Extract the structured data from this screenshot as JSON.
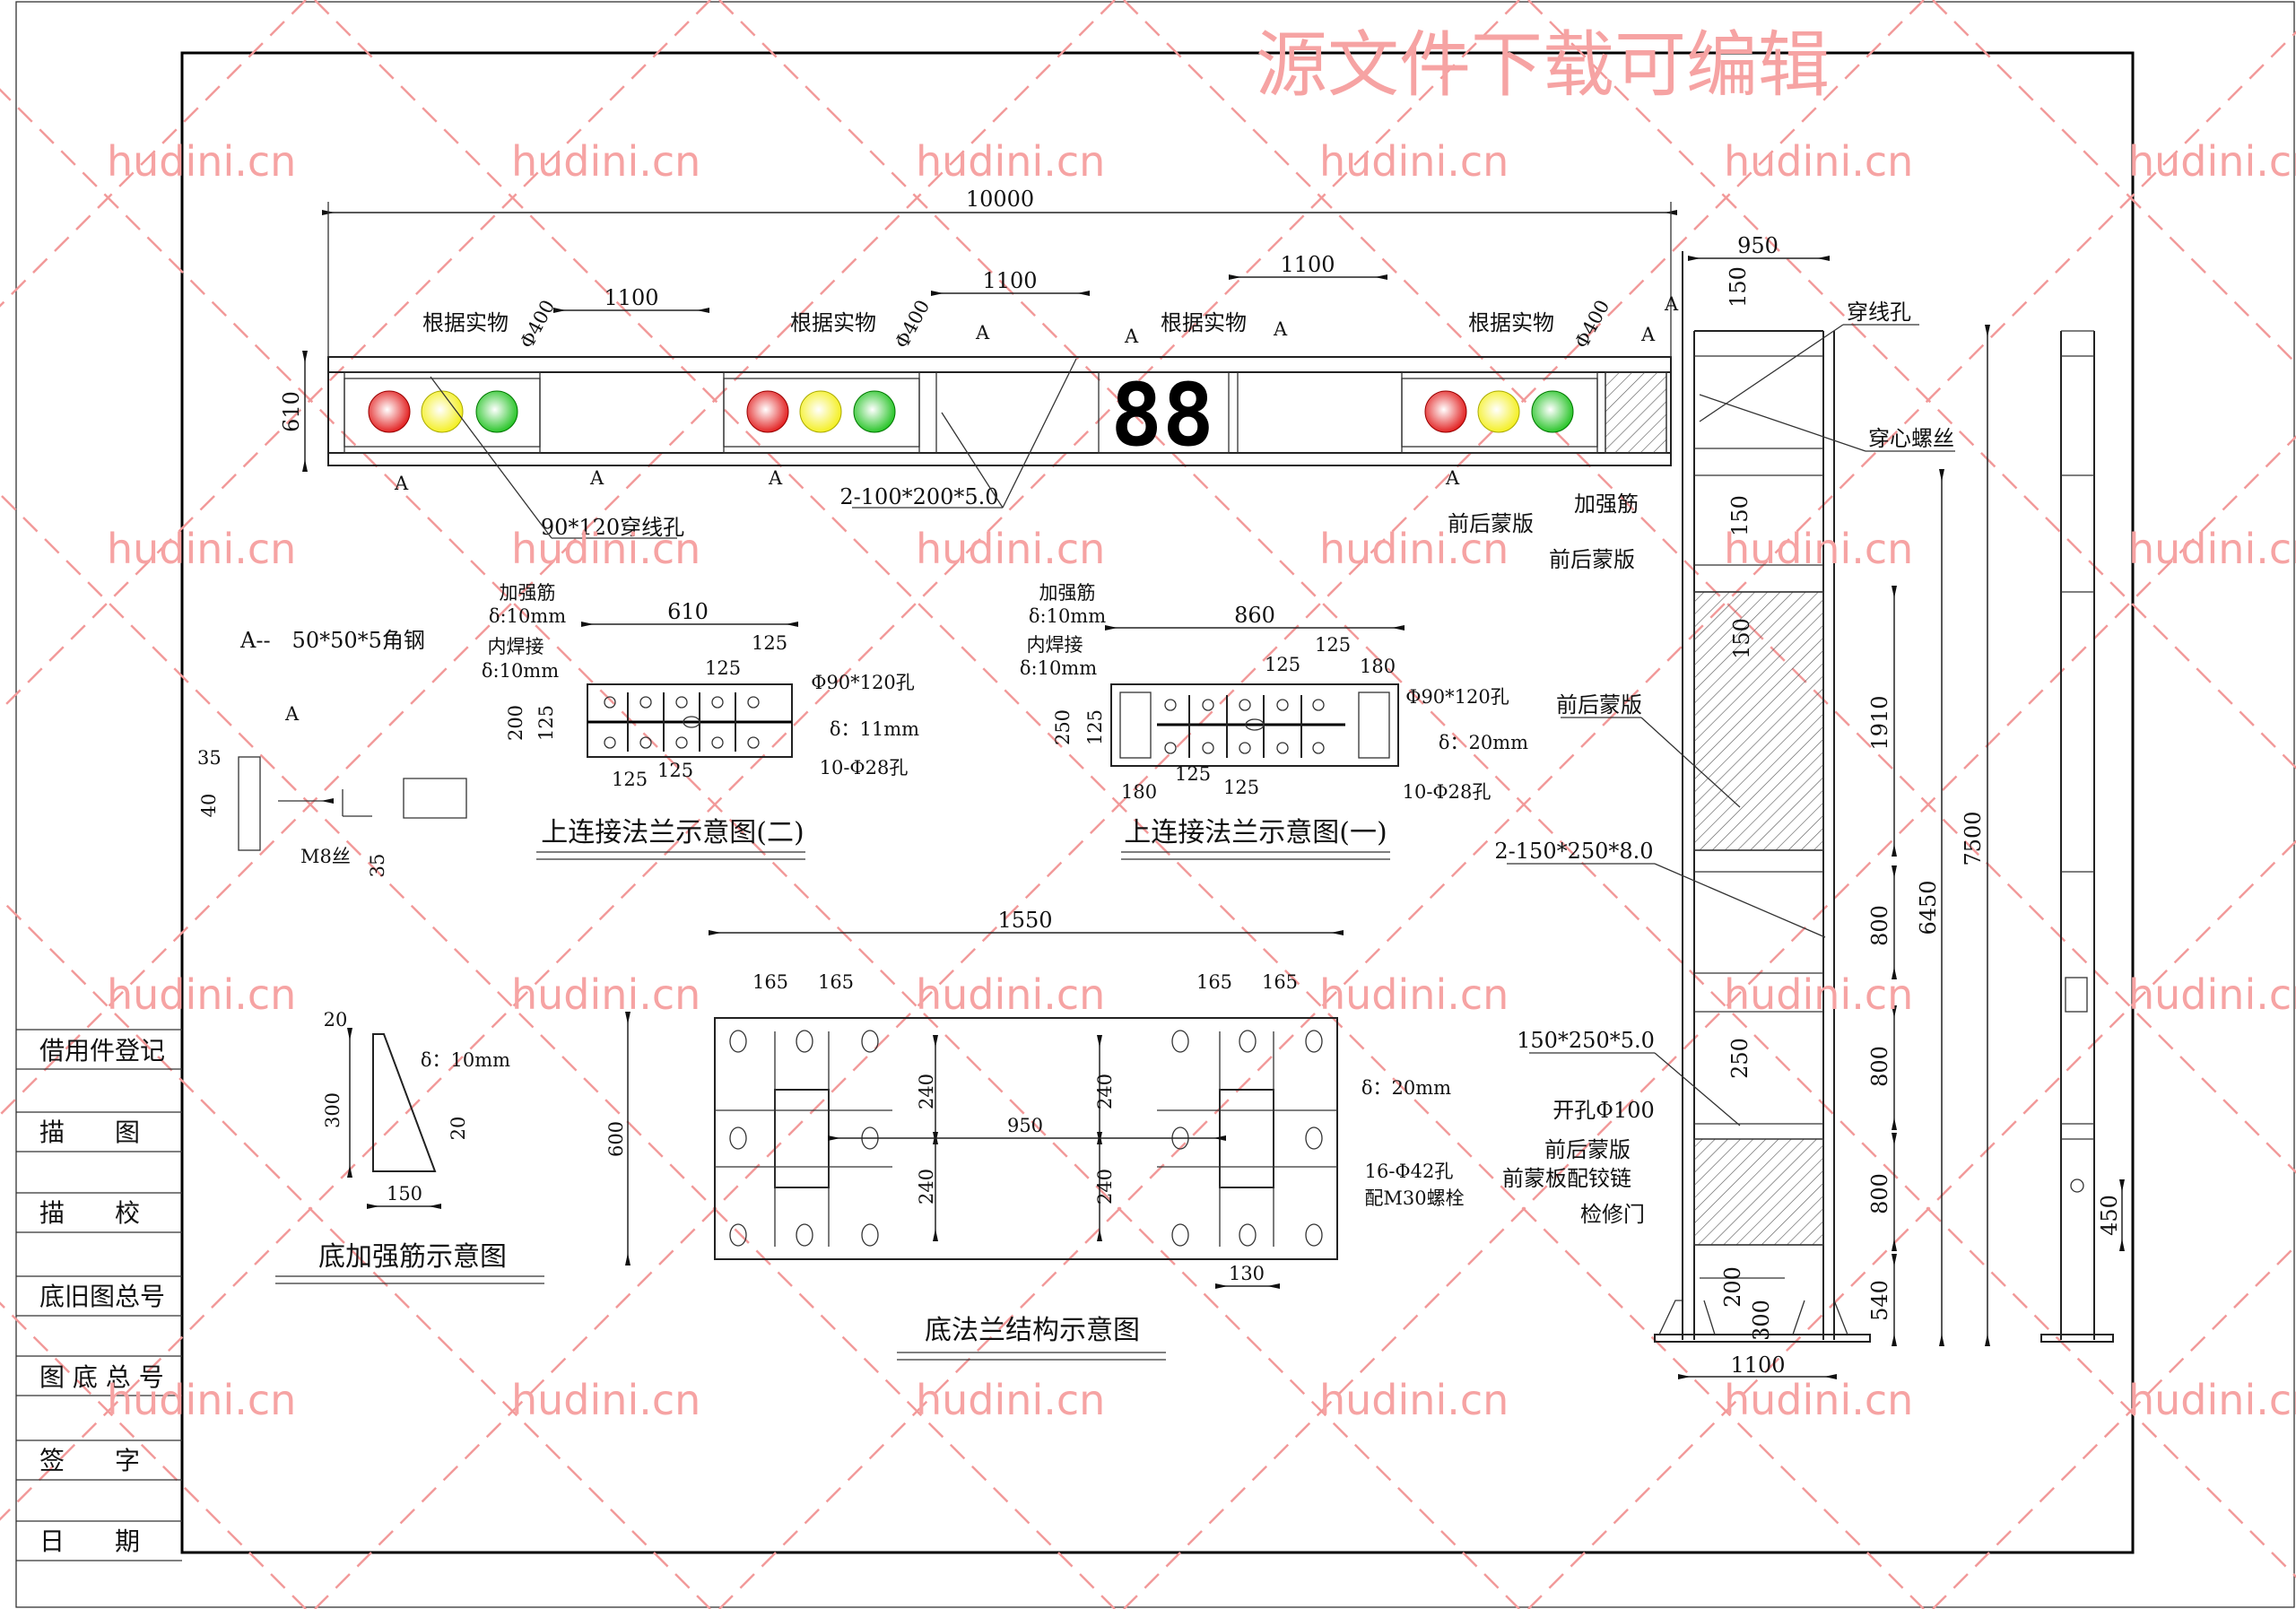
{
  "watermarks": {
    "headline": "源文件下载可编辑",
    "site": "hudini.cn",
    "color": "#f6a3a3"
  },
  "title_block": {
    "rows": [
      "借用件登记",
      "描　　图",
      "描　　校",
      "底旧图总号",
      "图 底 总 号",
      "签　　字",
      "日　　期"
    ]
  },
  "beam": {
    "overall_length": "10000",
    "height": "610",
    "gap_1": "1100",
    "gap_2": "1100",
    "gap_3": "1100",
    "per_actual": "根据实物",
    "lamp_diameter": "Φ400",
    "angle_label": "A",
    "wire_hole": "90*120穿线孔",
    "tube_spec": "2-100*200*5.0",
    "countdown_display": "88",
    "lamp_colors": {
      "red": "#e01010",
      "yellow": "#f3ee10",
      "green": "#18c018"
    }
  },
  "angle_steel": {
    "legend": "A--　50*50*5角钢",
    "label_a": "A",
    "dim_35": "35",
    "dim_40": "40",
    "dim_35_b": "35",
    "thread": "M8丝"
  },
  "flange_2": {
    "title": "上连接法兰示意图(二)",
    "rib": "加强筋",
    "rib_thk": "δ:10mm",
    "inner_weld": "内焊接",
    "inner_thk": "δ:10mm",
    "width": "610",
    "pitch_a": "125",
    "pitch_b": "125",
    "pitch_c": "125",
    "pitch_d": "125",
    "height": "200",
    "row_gap": "125",
    "center_hole": "Φ90*120孔",
    "plate_thk": "δ：11mm",
    "bolt_holes": "10-Φ28孔"
  },
  "flange_1": {
    "title": "上连接法兰示意图(一)",
    "rib": "加强筋",
    "rib_thk": "δ:10mm",
    "inner_weld": "内焊接",
    "inner_thk": "δ:10mm",
    "width": "860",
    "pitch_a": "125",
    "pitch_b": "125",
    "edge_right": "180",
    "edge_left": "180",
    "pitch_c": "125",
    "pitch_d": "125",
    "height": "250",
    "row_gap": "125",
    "center_hole": "Φ90*120孔",
    "plate_thk": "δ：20mm",
    "bolt_holes": "10-Φ28孔"
  },
  "bottom_rib": {
    "title": "底加强筋示意图",
    "top_width": "20",
    "thickness": "δ：10mm",
    "height": "300",
    "edge_height": "20",
    "base_width": "150"
  },
  "base_flange": {
    "title": "底法兰结构示意图",
    "width": "1550",
    "pitch_1": "165",
    "pitch_2": "165",
    "pitch_3": "165",
    "pitch_4": "165",
    "height": "600",
    "v_240_a": "240",
    "v_240_b": "240",
    "v_240_c": "240",
    "v_240_d": "240",
    "center_span": "950",
    "plate_thk": "δ：20mm",
    "holes": "16-Φ42孔",
    "bolts": "配M30螺栓",
    "rib_gap": "130"
  },
  "pole": {
    "width_top": "950",
    "dim_150_a": "150",
    "dim_150_b": "150",
    "dim_150_c": "150",
    "dim_1910": "1910",
    "dim_800_a": "800",
    "dim_800_b": "800",
    "dim_800_c": "800",
    "dim_540": "540",
    "dim_250": "250",
    "dim_200": "200",
    "dim_300": "300",
    "dim_6450": "6450",
    "dim_7500": "7500",
    "base_width": "1100",
    "side_450": "450",
    "wire_hole": "穿线孔",
    "through_bolt": "穿心螺丝",
    "stiffener": "加强筋",
    "cover_a": "前后蒙版",
    "cover_b": "前后蒙版",
    "cover_c": "前后蒙版",
    "cover_d": "前后蒙版",
    "column_spec": "2-150*250*8.0",
    "tie_spec": "150*250*5.0",
    "hole_100": "开孔Φ100",
    "hinge_note": "前蒙板配铰链",
    "access_door": "检修门",
    "angle_label": "A"
  }
}
